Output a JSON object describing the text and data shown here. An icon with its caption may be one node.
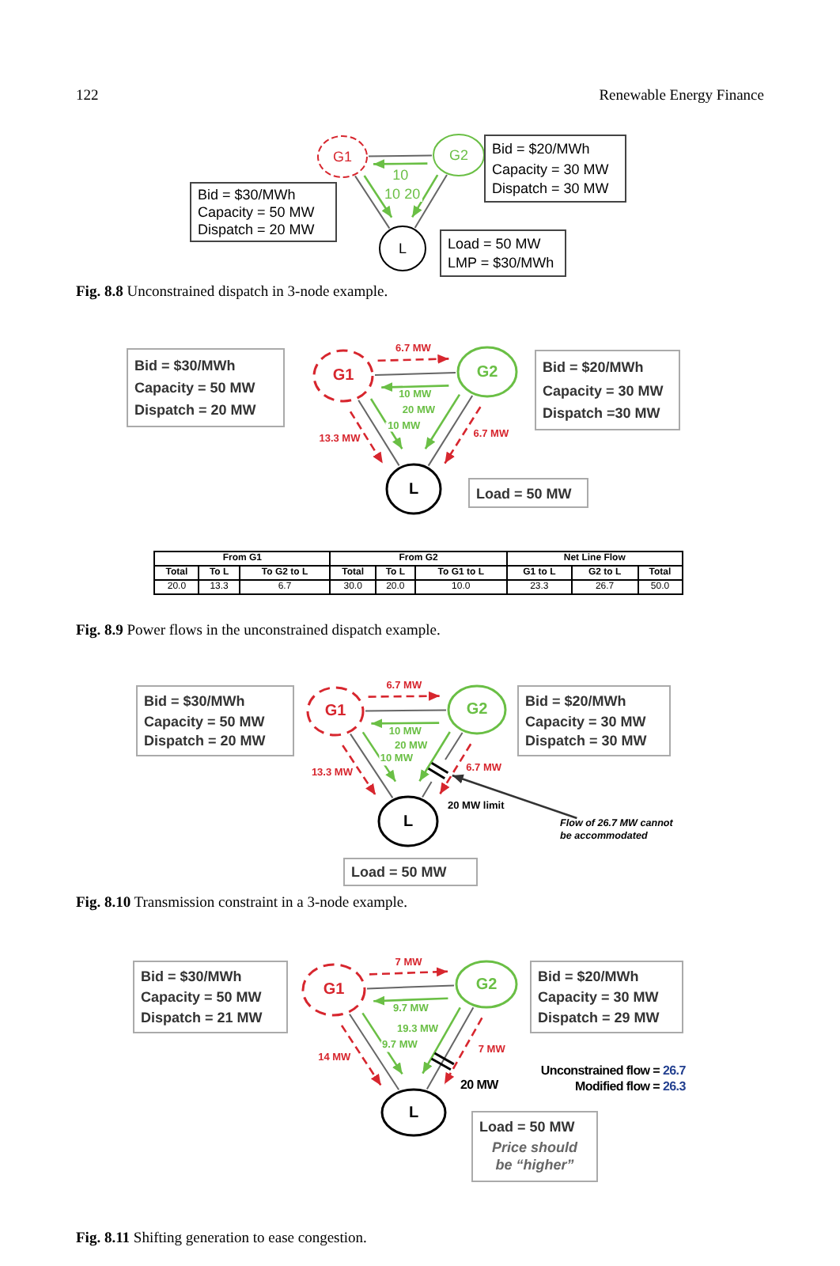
{
  "diagram": {
    "nodes": [
      {
        "text": [
          "G1"
        ]
      },
      {
        "text": [
          "G2"
        ]
      },
      {
        "text": [
          "Bid = $20/MWh",
          "Capacity = 30 MW",
          "Dispatch = 30 MW"
        ]
      },
      {
        "text": [
          "Bid = $30/MWh",
          "Capacity = 50 MW",
          "Dispatch = 20 MW"
        ]
      },
      {
        "text": [
          "L"
        ]
      },
      {
        "text": [
          "Load = 50 MW",
          "LMP = $30/MWh"
        ]
      },
      {
        "text": [
          "Bid = $30/MWh",
          "Capacity = 50 MW",
          "Dispatch = 20 MW"
        ]
      },
      {
        "text": [
          "G1"
        ]
      },
      {
        "text": [
          "G2"
        ]
      },
      {
        "text": [
          "Bid = $20/MWh",
          "Capacity = 30 MW",
          "Dispatch =30 MW"
        ]
      },
      {
        "text": [
          "L"
        ]
      },
      {
        "text": [
          "Load = 50 MW"
        ]
      },
      {
        "text": [
          "Bid = $30/MWh",
          "Capacity = 50 MW",
          "Dispatch = 20 MW"
        ]
      },
      {
        "text": [
          "G1"
        ]
      },
      {
        "text": [
          "G2"
        ]
      },
      {
        "text": [
          "Bid = $20/MWh",
          "Capacity = 30 MW",
          "Dispatch = 30 MW"
        ]
      },
      {
        "text": [
          "L"
        ]
      },
      {
        "text": [
          "Load = 50 MW"
        ]
      },
      {
        "text": [
          "Flow of 26.7 MW cannot be accommodated"
        ]
      },
      {
        "text": [
          "Bid = $30/MWh",
          "Capacity = 50 MW",
          "Dispatch = 21 MW"
        ]
      },
      {
        "text": [
          "G1"
        ]
      },
      {
        "text": [
          "G2"
        ]
      },
      {
        "text": [
          "Bid = $20/MWh",
          "Capacity = 30 MW",
          "Dispatch = 29 MW"
        ]
      },
      {
        "text": [
          "L"
        ]
      },
      {
        "text": [
          "Load = 50 MW",
          "Price should be “higher”"
        ]
      },
      {
        "text": [],
        "shape": "bar"
      }
    ],
    "edges": [
      {
        "from": 0,
        "to": 1,
        "arrow": "none",
        "color": "#666666"
      },
      {
        "from": 0,
        "to": 4,
        "arrow": "none",
        "color": "#666666"
      },
      {
        "from": 1,
        "to": 4,
        "arrow": "none",
        "color": "#666666"
      },
      {
        "from": 1,
        "to": 0,
        "arrow": "to",
        "label": "10"
      },
      {
        "from": 0,
        "to": 4,
        "arrow": "to",
        "label": "10"
      },
      {
        "from": 1,
        "to": 4,
        "arrow": "to",
        "label": "20"
      },
      {
        "from": 7,
        "to": 8,
        "arrow": "none",
        "color": "#666666"
      },
      {
        "from": 7,
        "to": 10,
        "arrow": "none",
        "color": "#666666"
      },
      {
        "from": 8,
        "to": 10,
        "arrow": "none",
        "color": "#666666"
      },
      {
        "from": 7,
        "to": 8,
        "arrow": "to",
        "label": "6.7 MW",
        "style": "dashed",
        "color": "#d7262e"
      },
      {
        "from": 8,
        "to": 7,
        "arrow": "to",
        "label": "10 MW"
      },
      {
        "from": 7,
        "to": 10,
        "arrow": "to",
        "label": "10 MW"
      },
      {
        "from": 8,
        "to": 10,
        "arrow": "to",
        "label": "20 MW"
      },
      {
        "from": 7,
        "to": 10,
        "arrow": "to",
        "label": "13.3 MW",
        "style": "dashed",
        "color": "#d7262e"
      },
      {
        "from": 8,
        "to": 10,
        "arrow": "to",
        "label": "6.7 MW",
        "style": "dashed",
        "color": "#d7262e"
      },
      {
        "from": 13,
        "to": 14,
        "arrow": "none",
        "color": "#666666"
      },
      {
        "from": 13,
        "to": 16,
        "arrow": "none",
        "color": "#666666"
      },
      {
        "from": 14,
        "to": 25,
        "arrow": "none",
        "color": "#666666"
      },
      {
        "from": 13,
        "to": 14,
        "arrow": "to",
        "label": "6.7 MW",
        "style": "dashed",
        "color": "#d7262e"
      },
      {
        "from": 14,
        "to": 13,
        "arrow": "to",
        "label": "10 MW"
      },
      {
        "from": 13,
        "to": 16,
        "arrow": "to",
        "label": "10 MW"
      },
      {
        "from": 14,
        "to": 16,
        "arrow": "to",
        "label": "20 MW"
      },
      {
        "from": 13,
        "to": 16,
        "arrow": "to",
        "label": "13.3 MW",
        "style": "dashed",
        "color": "#d7262e"
      },
      {
        "from": 14,
        "to": 16,
        "arrow": "to",
        "label": "6.7 MW",
        "style": "dashed",
        "color": "#d7262e"
      },
      {
        "from": 18,
        "to": 25,
        "arrow": "to",
        "color": "#333333"
      },
      {
        "from": 20,
        "to": 21,
        "arrow": "none",
        "color": "#666666"
      },
      {
        "from": 20,
        "to": 23,
        "arrow": "none",
        "color": "#666666"
      },
      {
        "from": 21,
        "to": 23,
        "arrow": "none",
        "color": "#666666"
      },
      {
        "from": 20,
        "to": 21,
        "arrow": "to",
        "label": "7 MW",
        "style": "dashed",
        "color": "#d7262e"
      },
      {
        "from": 21,
        "to": 20,
        "arrow": "to",
        "label": "9.7 MW"
      },
      {
        "from": 20,
        "to": 23,
        "arrow": "to",
        "label": "9.7 MW"
      },
      {
        "from": 21,
        "to": 23,
        "arrow": "to",
        "label": "19.3 MW"
      },
      {
        "from": 20,
        "to": 23,
        "arrow": "to",
        "label": "14 MW",
        "style": "dashed",
        "color": "#d7262e"
      },
      {
        "from": 21,
        "to": 23,
        "arrow": "to",
        "label": "7 MW",
        "style": "dashed",
        "color": "#d7262e"
      },
      {
        "from": 25,
        "to": 16,
        "arrow": "none",
        "color": "#666666"
      }
    ],
    "labels": [
      "122",
      "Renewable Energy Finance",
      "**Fig. 8.8** Unconstrained dispatch in 3-node example.",
      "From G1",
      "From G2",
      "Net Line Flow",
      "Total",
      "To L",
      "To G2 to L",
      "Total",
      "To L",
      "To G1 to L",
      "G1 to L",
      "G2 to L",
      "Total",
      "20.0",
      "13.3",
      "6.7",
      "30.0",
      "20.0",
      "10.0",
      "23.3",
      "26.7",
      "50.0",
      "**Fig. 8.9** Power flows in the unconstrained dispatch example.",
      "20 MW limit",
      "**Fig. 8.10** Transmission constraint in a 3-node example.",
      "20 MW",
      "Unconstrained flow =",
      "26.7",
      "Modified flow =",
      "26.3",
      "**Fig. 8.11** Shifting generation to ease congestion."
    ]
  }
}
